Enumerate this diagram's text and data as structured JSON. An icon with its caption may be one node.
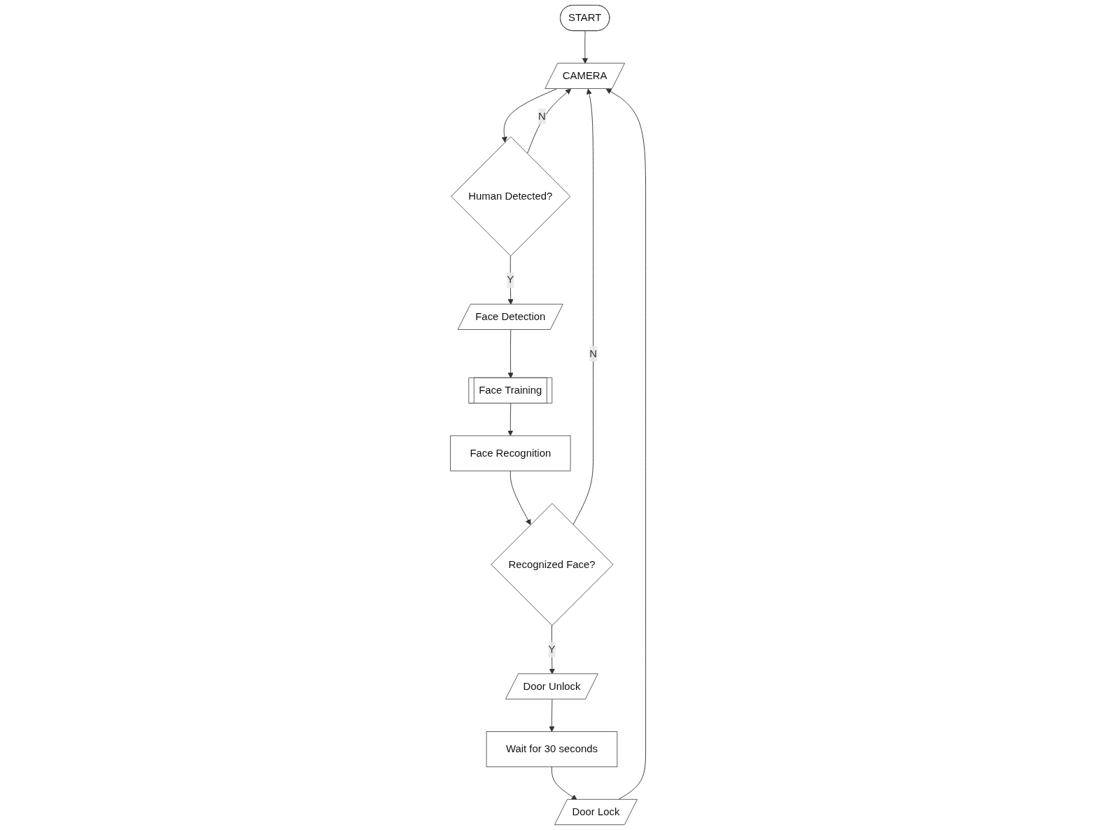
{
  "diagram": {
    "nodes": [
      {
        "text": [
          "START"
        ]
      },
      {
        "text": [
          "CAMERA"
        ]
      },
      {
        "text": [
          "Human Detected?"
        ]
      },
      {
        "text": [
          "Face Detection"
        ]
      },
      {
        "text": [
          "Face Training"
        ]
      },
      {
        "text": [
          "Face Recognition"
        ]
      },
      {
        "text": [
          "Recognized Face?"
        ]
      },
      {
        "text": [
          "Door Unlock"
        ]
      },
      {
        "text": [
          "Wait for 30 seconds"
        ]
      },
      {
        "text": [
          "Door Lock"
        ]
      }
    ],
    "edges": [
      {
        "from": 0,
        "to": 1,
        "arrow": "to"
      },
      {
        "from": 1,
        "to": 2,
        "arrow": "to"
      },
      {
        "from": 2,
        "to": 3,
        "arrow": "to",
        "label": "Y"
      },
      {
        "from": 2,
        "to": 1,
        "arrow": "to",
        "label": "N"
      },
      {
        "from": 3,
        "to": 4,
        "arrow": "to"
      },
      {
        "from": 4,
        "to": 5,
        "arrow": "to"
      },
      {
        "from": 5,
        "to": 6,
        "arrow": "to"
      },
      {
        "from": 6,
        "to": 7,
        "arrow": "to",
        "label": "Y"
      },
      {
        "from": 6,
        "to": 1,
        "arrow": "to",
        "label": "N"
      },
      {
        "from": 7,
        "to": 8,
        "arrow": "to"
      },
      {
        "from": 8,
        "to": 9,
        "arrow": "to"
      },
      {
        "from": 9,
        "to": 1,
        "arrow": "to"
      }
    ]
  }
}
